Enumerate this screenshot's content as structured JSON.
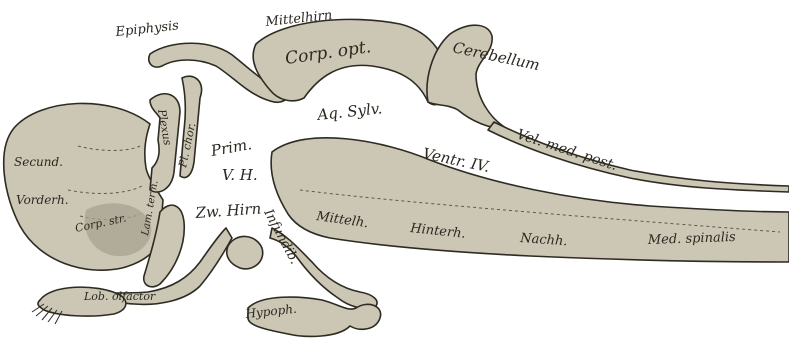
{
  "colors": {
    "background": "#ffffff",
    "tissue_fill": "#cbc7b4",
    "tissue_shade": "#a8a390",
    "outline": "#2e2b22",
    "label": "#2b2820"
  },
  "labels": {
    "epiphysis": "Epiphysis",
    "mittelhirn": "Mittelhirn",
    "corp_opt": "Corp. opt.",
    "cerebellum": "Cerebellum",
    "aq_sylv": "Aq. Sylv.",
    "ventr_iv": "Ventr. IV.",
    "vel_med_post": "Vel. med. post.",
    "secund": "Secund.",
    "vorderh": "Vorderh.",
    "plexus": "Plexus",
    "pl_chor": "Pl. chor.",
    "prim": "Prim.",
    "vh": "V. H.",
    "zw_hirn": "Zw. Hirn",
    "corp_str": "Corp. str.",
    "lam_term": "Lam. term.",
    "infundib": "Infundib.",
    "mittelh": "Mittelh.",
    "hinterh": "Hinterh.",
    "nachh": "Nachh.",
    "med_spinalis": "Med. spinalis",
    "lob_olfactor": "Lob. olfactor",
    "hypoph": "Hypoph."
  }
}
